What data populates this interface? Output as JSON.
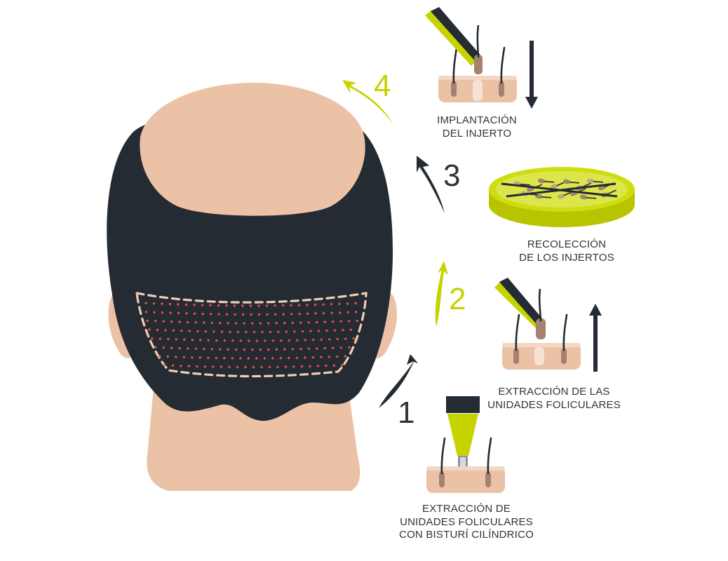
{
  "colors": {
    "dark": "#252b33",
    "skin": "#ebc2a6",
    "skin_light": "#f0d3bf",
    "lime": "#c6d300",
    "dots": "#e8503d",
    "dash": "#f2cdb4"
  },
  "steps": [
    {
      "number": "1",
      "color": "#2f353c",
      "label_lines": [
        "EXTRACCIÓN DE",
        "UNIDADES FOLICULARES",
        "CON BISTURÍ CILÍNDRICO"
      ]
    },
    {
      "number": "2",
      "color": "#c6d300",
      "label_lines": [
        "EXTRACCIÓN DE LAS",
        "UNIDADES FOLICULARES"
      ]
    },
    {
      "number": "3",
      "color": "#2f353c",
      "label_lines": [
        "RECOLECCIÓN",
        "DE LOS INJERTOS"
      ]
    },
    {
      "number": "4",
      "color": "#c6d300",
      "label_lines": [
        "IMPLANTACIÓN",
        "DEL INJERTO"
      ]
    }
  ],
  "icons": [
    "head-icon",
    "punch-tool-icon",
    "tweezers-icon",
    "petri-dish-icon",
    "skin-sample-icon",
    "direction-arrow-icon"
  ]
}
